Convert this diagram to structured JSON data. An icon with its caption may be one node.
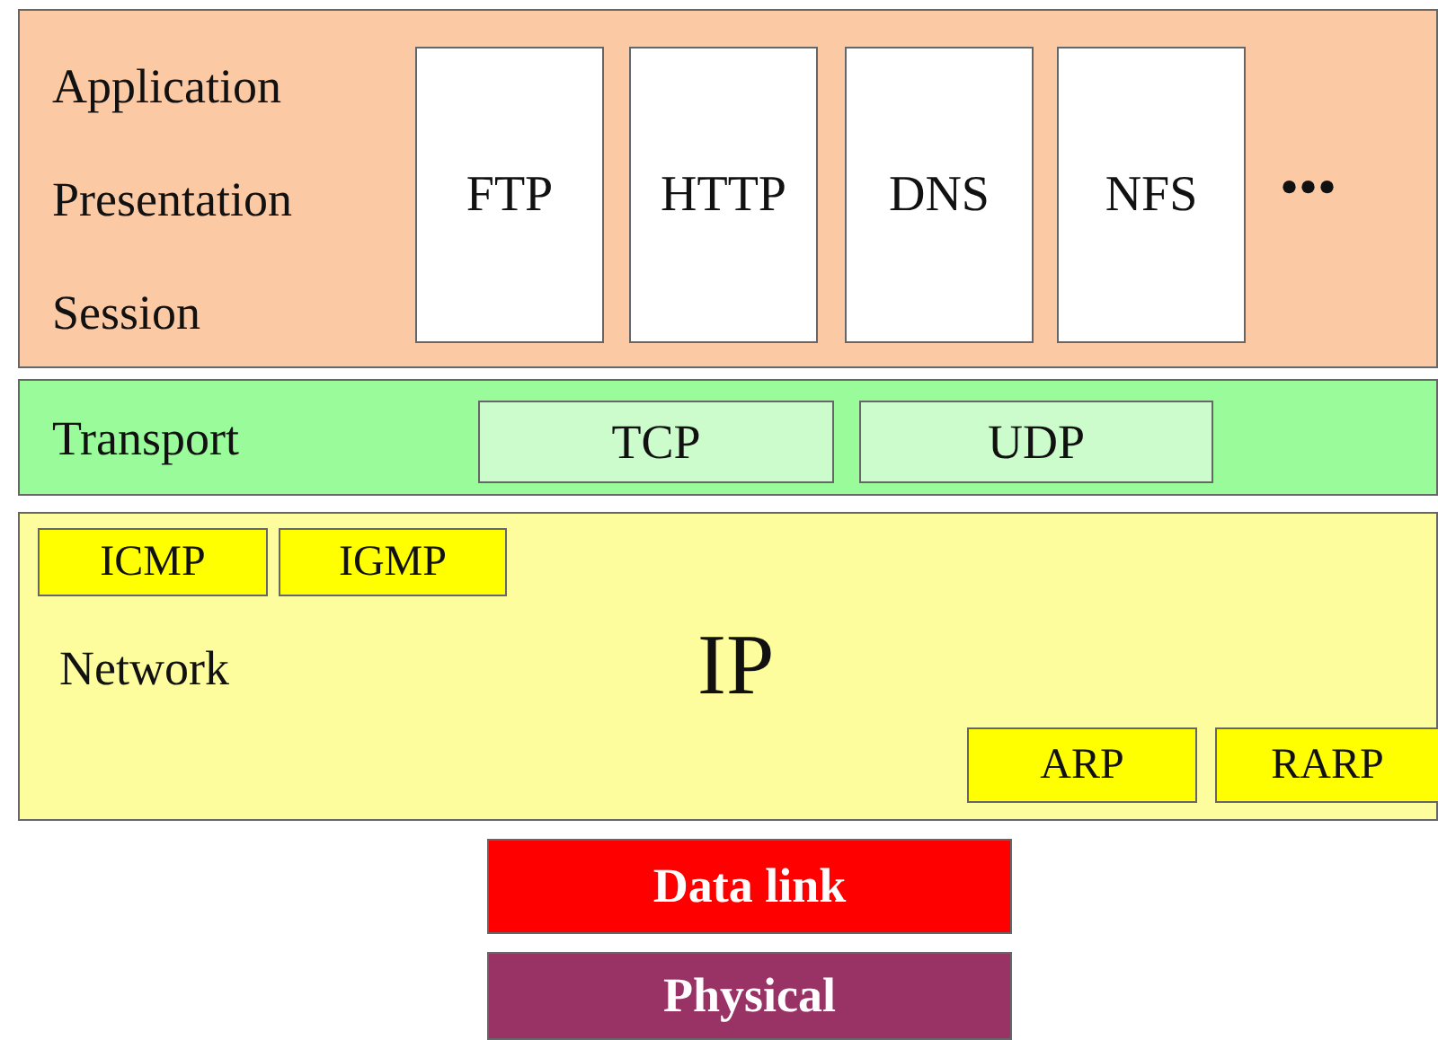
{
  "diagram": {
    "nodes": [
      {
        "text": [
          "Application",
          "Presentation",
          "Session"
        ]
      },
      {
        "text": [
          "FTP"
        ],
        "in": 0
      },
      {
        "text": [
          "HTTP"
        ],
        "in": 0
      },
      {
        "text": [
          "DNS"
        ],
        "in": 0
      },
      {
        "text": [
          "NFS"
        ],
        "in": 0
      },
      {
        "text": [
          "Transport"
        ]
      },
      {
        "text": [
          "TCP"
        ],
        "in": 5
      },
      {
        "text": [
          "UDP"
        ],
        "in": 5
      },
      {
        "text": [
          "Network",
          "IP"
        ]
      },
      {
        "text": [
          "ICMP"
        ],
        "in": 8
      },
      {
        "text": [
          "IGMP"
        ],
        "in": 8
      },
      {
        "text": [
          "ARP"
        ],
        "in": 8
      },
      {
        "text": [
          "RARP"
        ],
        "in": 8
      },
      {
        "text": [
          "Data link"
        ]
      },
      {
        "text": [
          "Physical"
        ]
      }
    ],
    "labels": [
      "•••"
    ]
  }
}
